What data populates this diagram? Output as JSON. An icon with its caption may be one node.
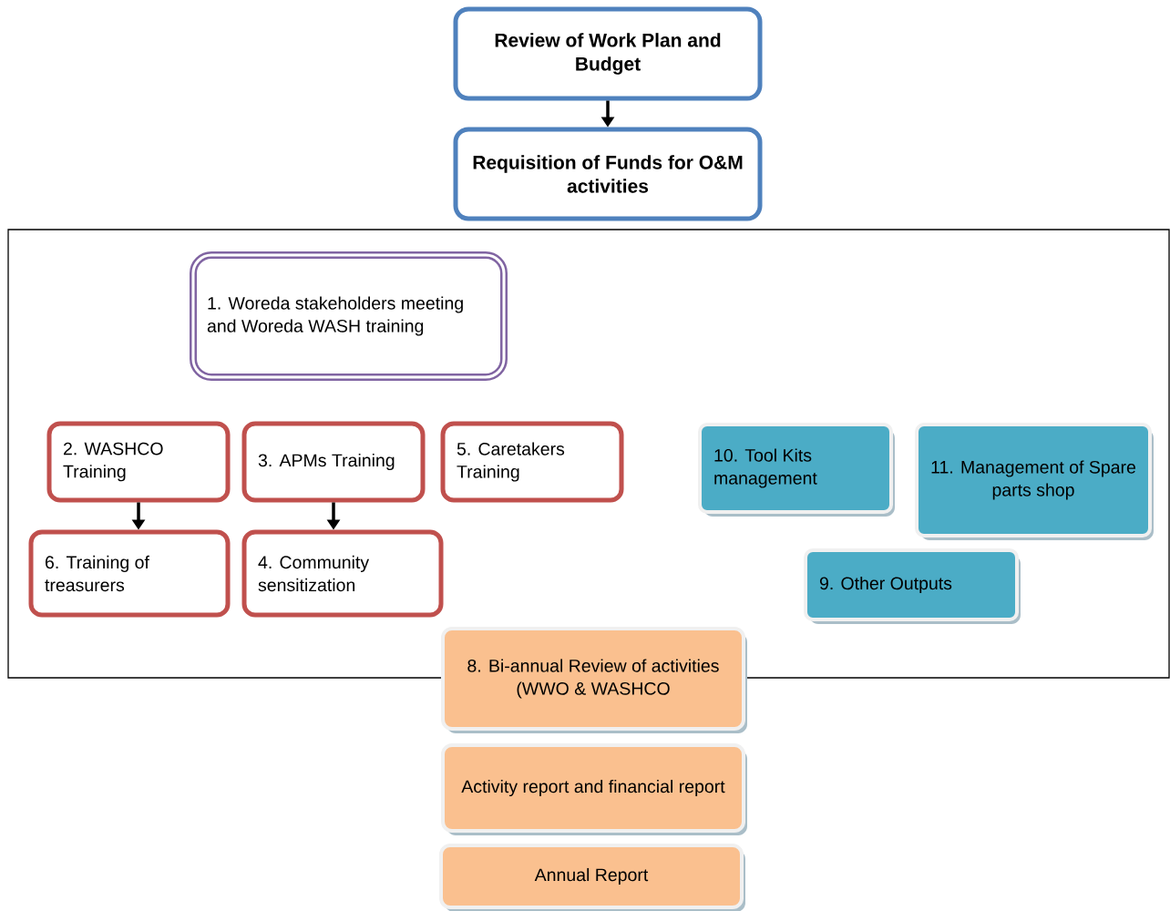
{
  "diagram": {
    "nodes": [
      {
        "text": [
          "Review of Work Plan and Budget"
        ]
      },
      {
        "text": [
          "Requisition of Funds for O&M activities"
        ]
      },
      {
        "text": [],
        "shape": "box"
      },
      {
        "text": [
          "1. Woreda stakeholders meeting and Woreda WASH training"
        ],
        "in": 2
      },
      {
        "text": [
          "2. WASHCO Training"
        ],
        "in": 2
      },
      {
        "text": [
          "3. APMs Training"
        ],
        "in": 2
      },
      {
        "text": [
          "5. Caretakers Training"
        ],
        "in": 2
      },
      {
        "text": [
          "10. Tool Kits management"
        ],
        "in": 2
      },
      {
        "text": [
          "11. Management of Spare parts shop"
        ],
        "in": 2
      },
      {
        "text": [
          "6. Training of treasurers"
        ],
        "in": 2
      },
      {
        "text": [
          "4. Community sensitization"
        ],
        "in": 2
      },
      {
        "text": [
          "9. Other Outputs"
        ],
        "in": 2
      },
      {
        "text": [
          "8. Bi-annual Review of activities (WWO & WASHCO"
        ]
      },
      {
        "text": [
          "Activity report and financial report"
        ]
      },
      {
        "text": [
          "Annual Report"
        ]
      }
    ],
    "edges": [
      {
        "from": 0,
        "to": 1,
        "arrow": "to"
      },
      {
        "from": 4,
        "to": 9,
        "arrow": "to"
      },
      {
        "from": 5,
        "to": 10,
        "arrow": "to"
      }
    ]
  }
}
